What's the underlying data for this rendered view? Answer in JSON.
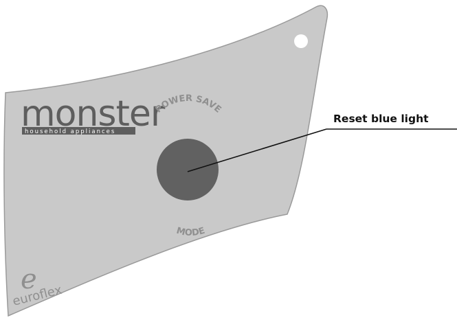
{
  "panel": {
    "brand": "monster",
    "brand_tagline": "household appliances",
    "arc_top_label": "POWER SAVE",
    "arc_bottom_label": "MODE",
    "maker_logo_glyph": "e",
    "maker_name": "euroflex"
  },
  "callout": {
    "label": "Reset blue light"
  },
  "colors": {
    "panel_fill": "#c9c9c9",
    "panel_stroke": "#9a9a9a",
    "button_fill": "#616161",
    "brand_text": "#5e5e5e",
    "label_text": "#8f8f8f",
    "callout_text": "#111111"
  }
}
